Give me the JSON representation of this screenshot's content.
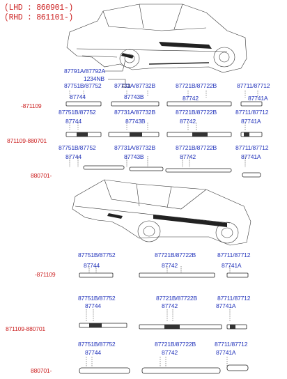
{
  "header": {
    "lhd": "(LHD : 860901-)",
    "rhd": "(RHD : 861101-)"
  },
  "sedan": {
    "callouts": {
      "pair_main": "87791A/87792A",
      "nb": "1234NB",
      "a": "87751B/87752",
      "b": "87731A/87732B",
      "c": "87721B/87722B",
      "d": "87711/87712",
      "a_sub": "87744",
      "b_sub": "87743B",
      "c_sub": "87742",
      "d_sub": "87741A"
    },
    "periods": [
      "-871109",
      "871109-880701",
      "880701-"
    ]
  },
  "hatch": {
    "callouts": {
      "a": "87751B/87752",
      "c": "87721B/87722B",
      "d": "87711/87712",
      "a_sub": "87744",
      "c_sub": "87742",
      "d_sub": "87741A"
    },
    "periods": [
      "-871109",
      "871109-880701",
      "880701-"
    ]
  }
}
